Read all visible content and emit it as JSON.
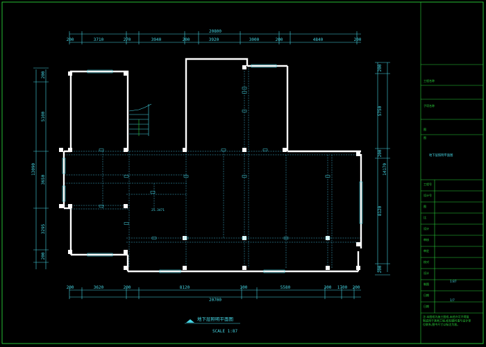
{
  "colors": {
    "background": "#000000",
    "frame": "#2bd43a",
    "dimension": "#46d7e6",
    "wall": "#ffffff",
    "grid": "#3fb8d8"
  },
  "plan": {
    "title": "地下层照明平面图",
    "scale": "SCALE 1:87",
    "top_total": "20800",
    "top_dims": [
      "200",
      "3710",
      "270",
      "3940",
      "200",
      "3920",
      "3000",
      "200",
      "4840",
      "200"
    ],
    "bottom_total": "20700",
    "bottom_dims": [
      "200",
      "3620",
      "200",
      "8120",
      "300",
      "5580",
      "300",
      "1700",
      "200"
    ],
    "left_total": "13090",
    "left_dims": [
      "200",
      "5100",
      "3650",
      "3295",
      "200"
    ],
    "right_total": "14170",
    "right_dims": [
      "200",
      "5750",
      "200",
      "8120",
      "200"
    ],
    "room_label": "25.3471"
  },
  "title_block": {
    "small_labels": [
      "工程名称",
      "子项名称",
      "图",
      "图",
      "工程号",
      "设计号",
      "图",
      "比",
      "设计",
      "审核",
      "审定",
      "校对",
      "设计",
      "制图",
      "日期",
      "日期"
    ],
    "drawing_name": "地下层照明平面图",
    "scale_value": "1:87",
    "sheet_no": "1/7",
    "note": "注:本图纸为施工图纸,未经许可不得复制或用于其他工程,如有疑问请与设计单位联系,图中尺寸以标注为准。"
  }
}
